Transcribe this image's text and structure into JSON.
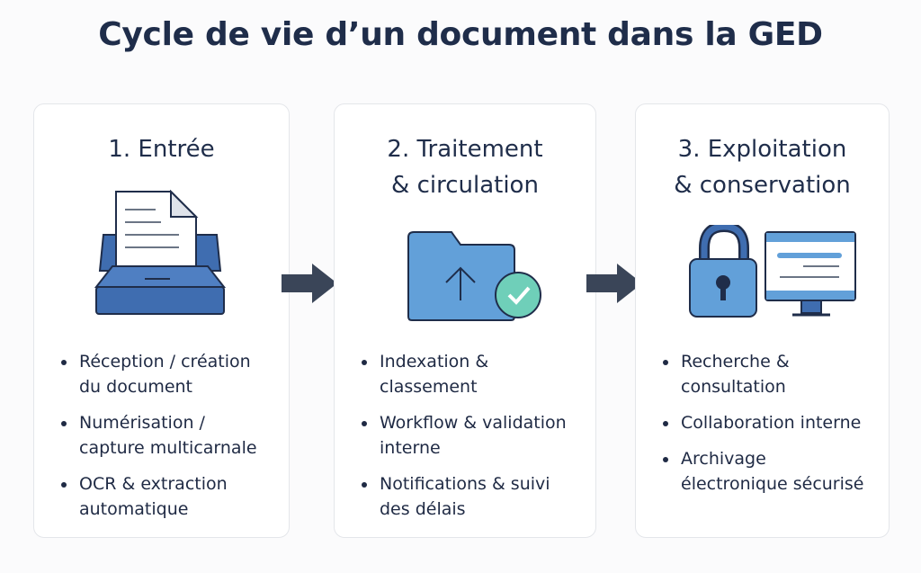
{
  "title": "Cycle de vie d’un document dans la GED",
  "steps": [
    {
      "title_lines": [
        "1. Entrée"
      ],
      "icon": "scanner-icon",
      "bullets": [
        [
          "Réception / création",
          "du document"
        ],
        [
          "Numérisation /",
          "capture multicarnale"
        ],
        [
          "OCR & extraction",
          "automatique"
        ]
      ]
    },
    {
      "title_lines": [
        "2. Traitement",
        "& circulation"
      ],
      "icon": "folder-upload-check-icon",
      "bullets": [
        [
          "Indexation &",
          "classement"
        ],
        [
          "Workflow & validation",
          "interne"
        ],
        [
          "Notifications & suivi",
          "des délais"
        ]
      ]
    },
    {
      "title_lines": [
        "3. Exploitation",
        "& conservation"
      ],
      "icon": "lock-monitor-icon",
      "bullets": [
        [
          "Recherche &",
          "consultation"
        ],
        [
          "Collaboration interne"
        ],
        [
          "Archivage",
          "électronique sécurisé"
        ]
      ]
    }
  ],
  "colors": {
    "dark": "#1f2d4a",
    "blue": "#3f6db0",
    "light_blue": "#62a0d9",
    "teal": "#6fcfb9",
    "arrow": "#3a4558"
  }
}
